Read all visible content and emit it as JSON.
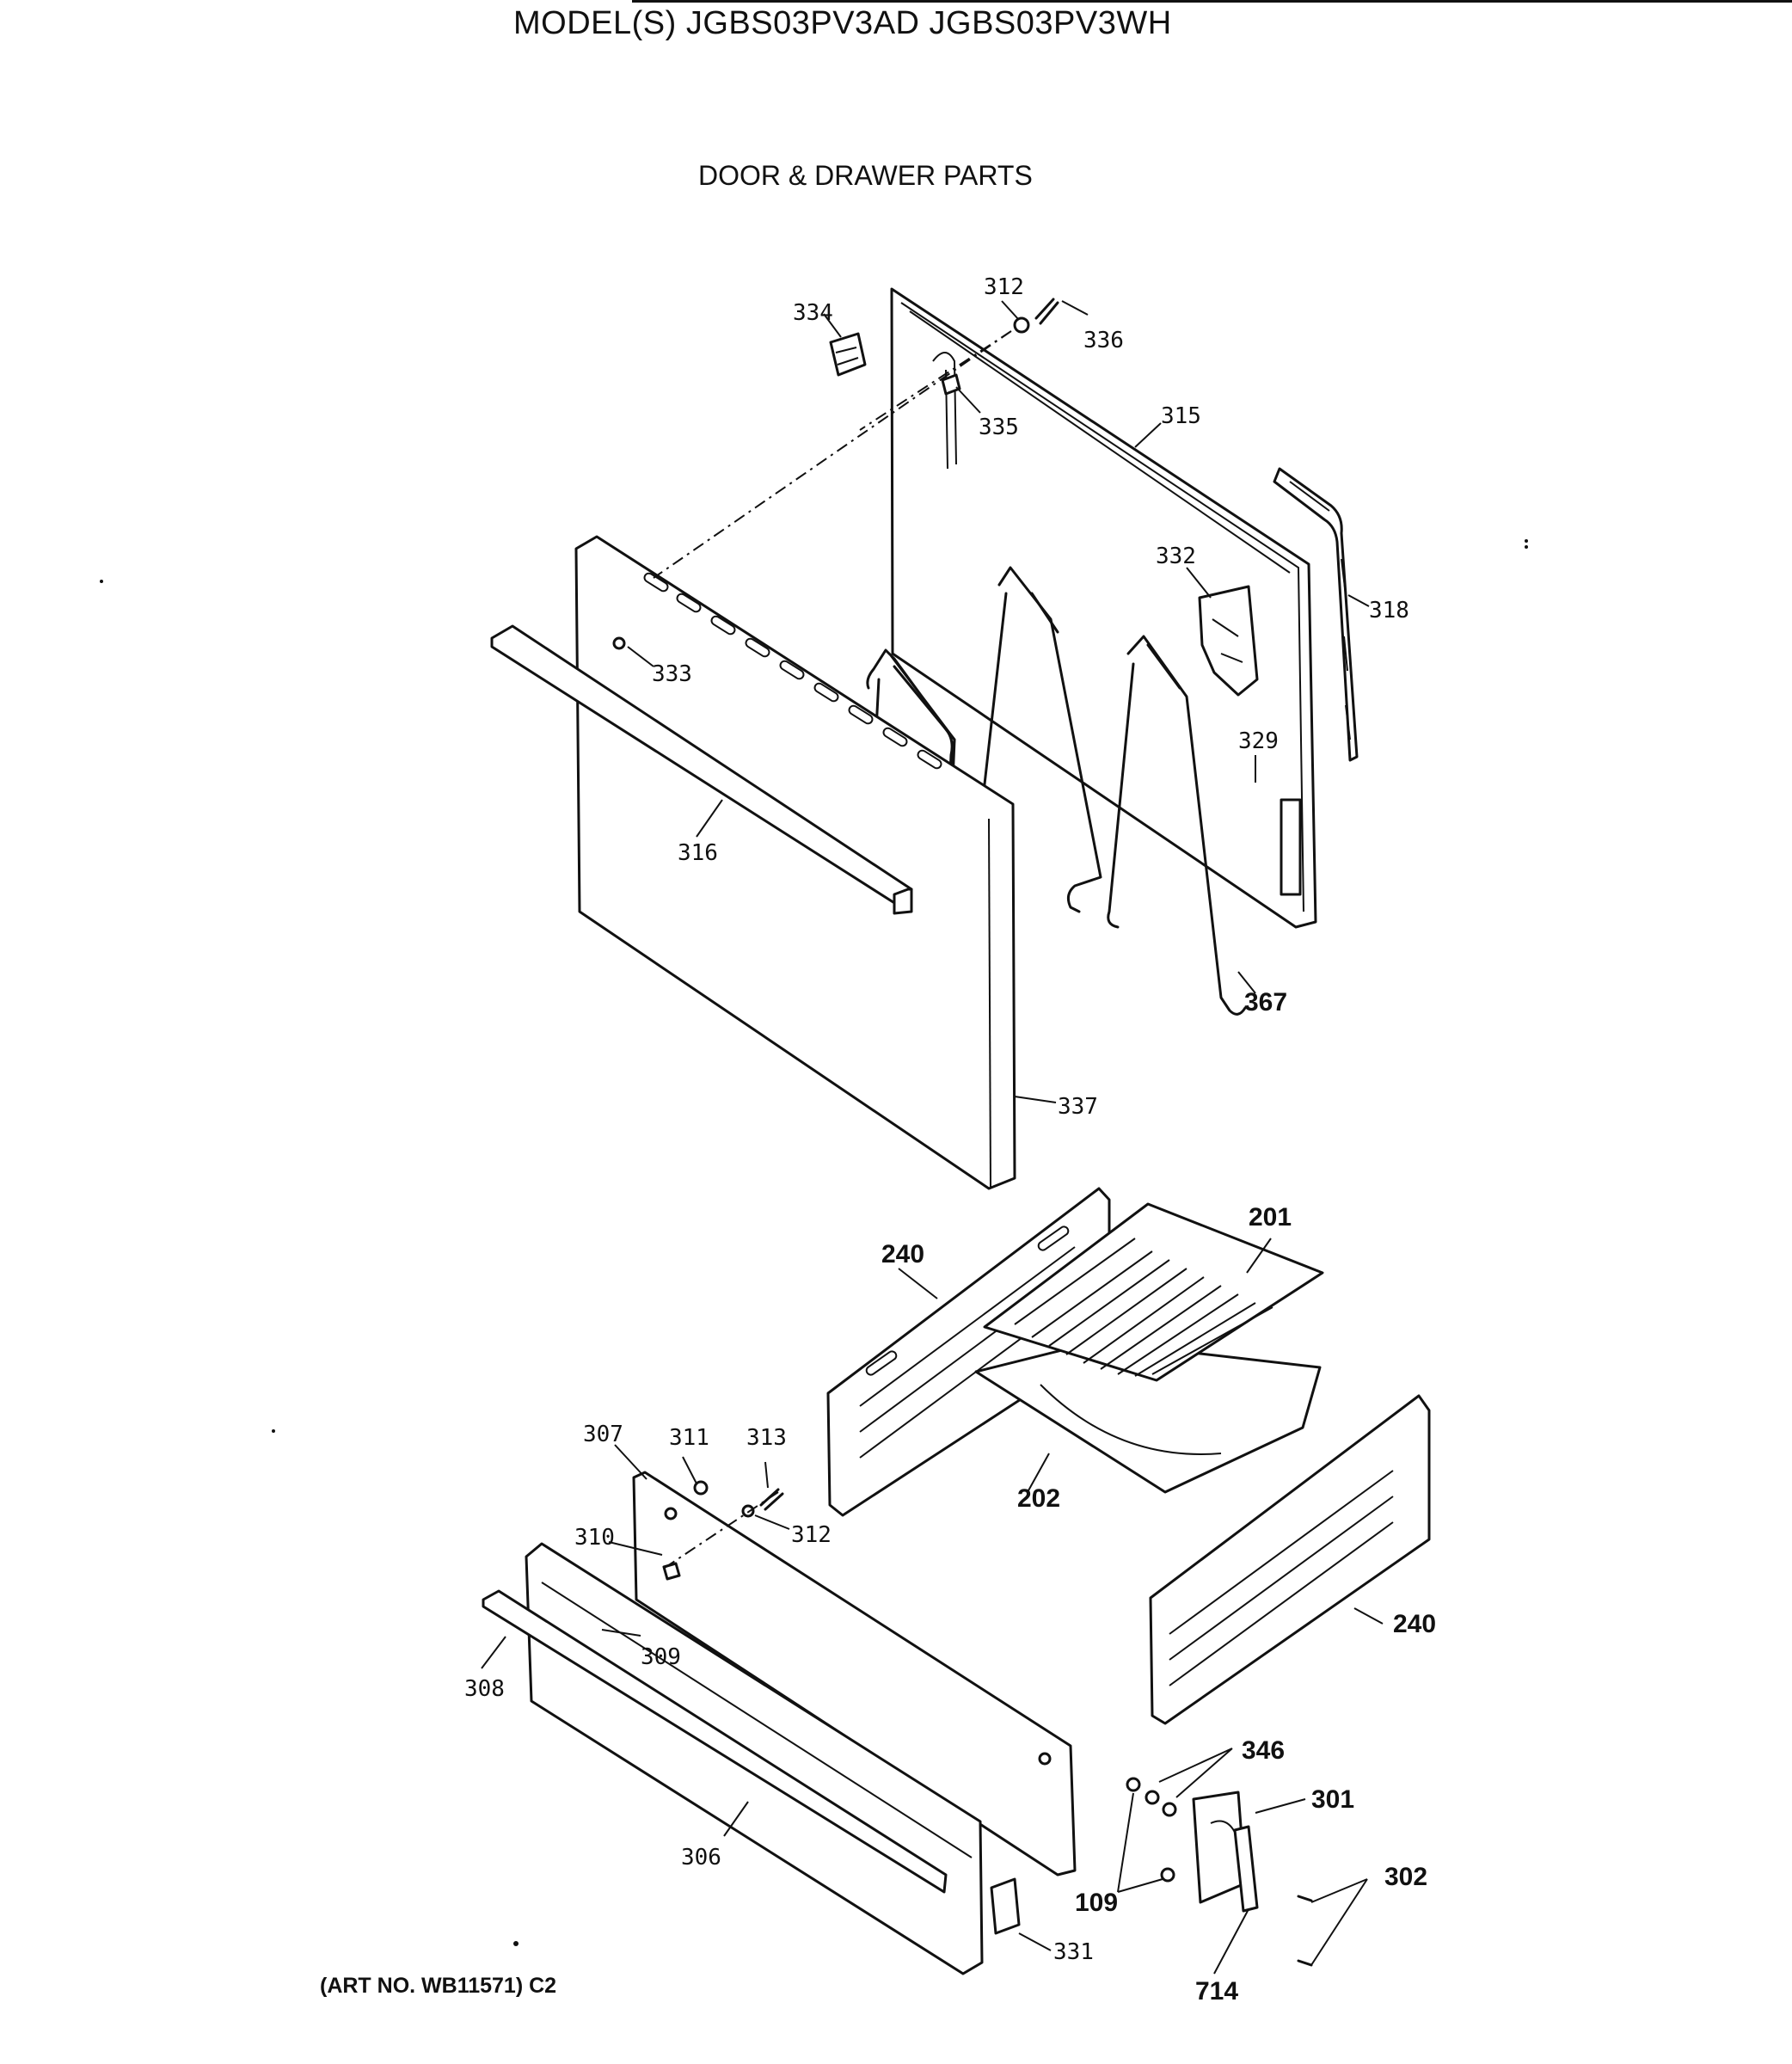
{
  "header": {
    "model_line": "MODEL(S) JGBS03PV3AD  JGBS03PV3WH",
    "section_title": "DOOR & DRAWER PARTS"
  },
  "footer": {
    "art_number": "(ART NO. WB11571) C2"
  },
  "parts": {
    "p312a": "312",
    "p334": "334",
    "p336": "336",
    "p335": "335",
    "p315": "315",
    "p318": "318",
    "p332": "332",
    "p333": "333",
    "p329": "329",
    "p316": "316",
    "p367": "367",
    "p337": "337",
    "p240a": "240",
    "p201": "201",
    "p202": "202",
    "p307": "307",
    "p311": "311",
    "p313": "313",
    "p310": "310",
    "p312b": "312",
    "p309": "309",
    "p308": "308",
    "p240b": "240",
    "p346": "346",
    "p301": "301",
    "p306": "306",
    "p302": "302",
    "p109": "109",
    "p331": "331",
    "p714": "714"
  }
}
